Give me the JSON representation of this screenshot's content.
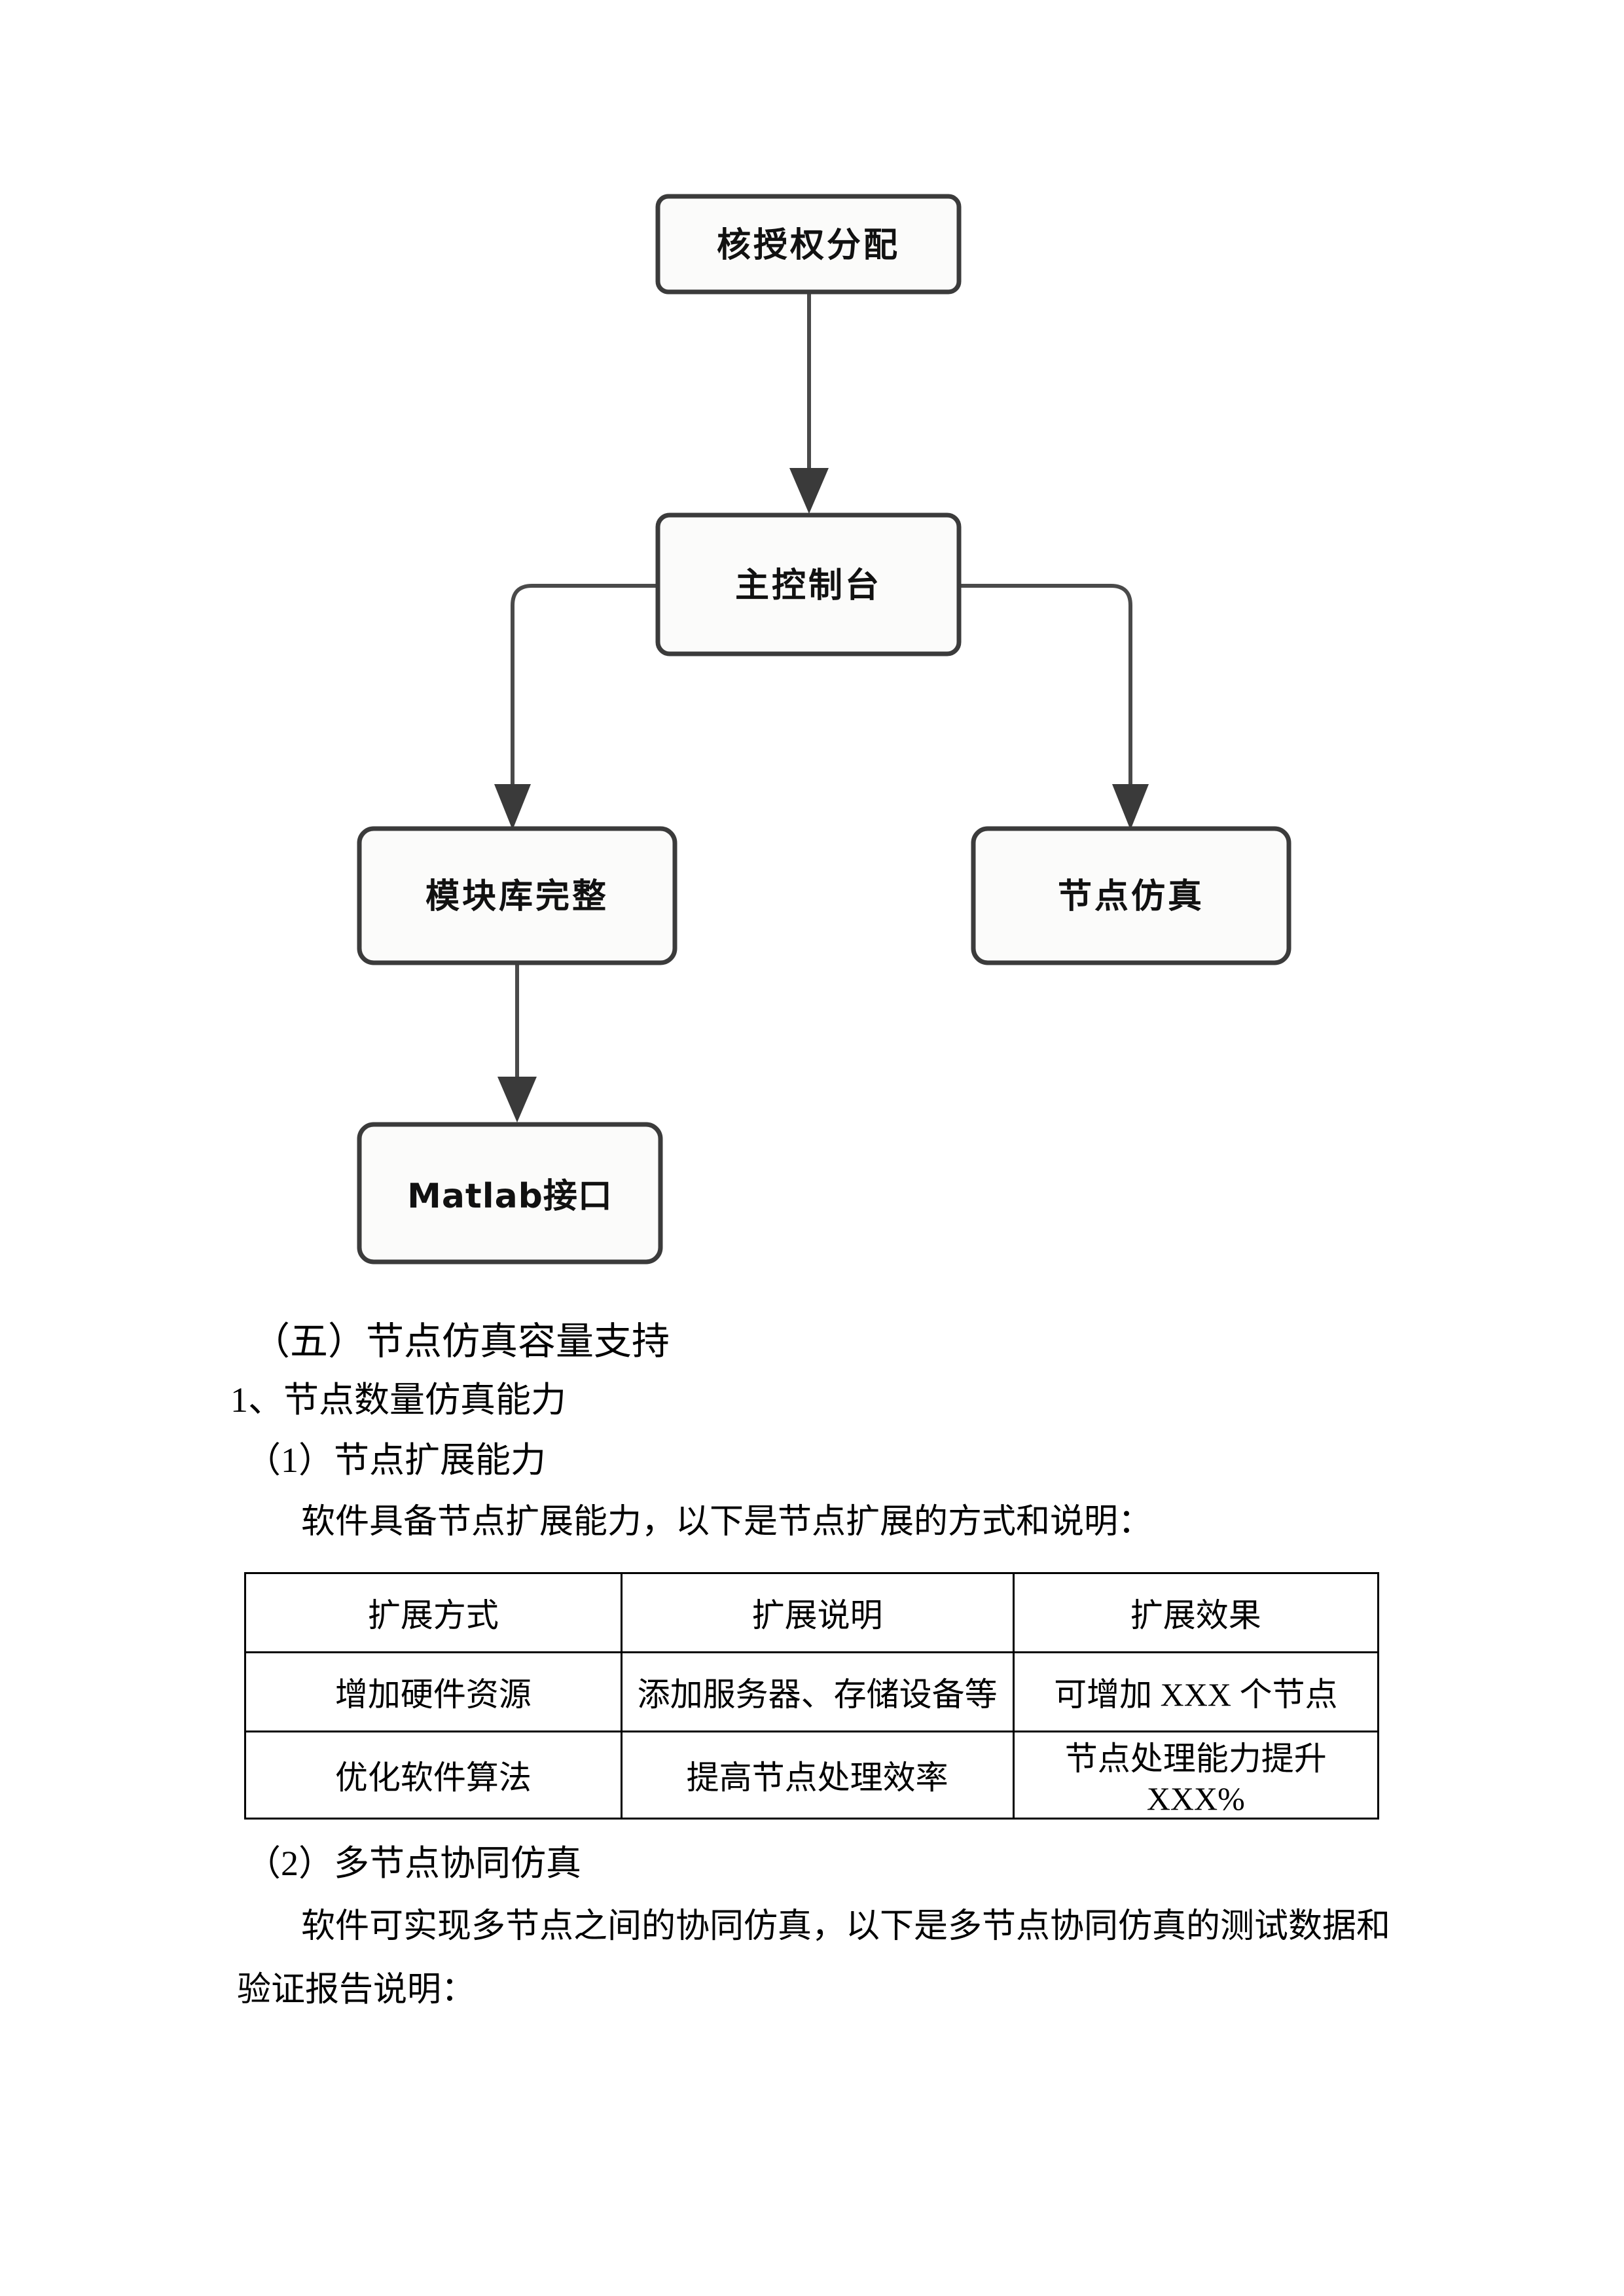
{
  "diagram": {
    "nodes": [
      {
        "id": "node-core-auth",
        "label": "核授权分配",
        "script": "cjk"
      },
      {
        "id": "node-main-console",
        "label": "主控制台",
        "script": "cjk"
      },
      {
        "id": "node-module-lib",
        "label": "模块库完整",
        "script": "cjk"
      },
      {
        "id": "node-node-sim",
        "label": "节点仿真",
        "script": "cjk"
      },
      {
        "id": "node-matlab-api",
        "label": "Matlab接口",
        "script": "latin"
      }
    ],
    "edges": [
      {
        "from": "核授权分配",
        "to": "主控制台"
      },
      {
        "from": "主控制台",
        "to": "模块库完整"
      },
      {
        "from": "主控制台",
        "to": "节点仿真"
      },
      {
        "from": "模块库完整",
        "to": "Matlab接口"
      }
    ],
    "colors": {
      "node_fill": "#fbfbfa",
      "node_stroke": "#3b3b3b",
      "connector": "#4a4a4a",
      "text": "#111111"
    }
  },
  "content": {
    "section_heading": "（五）节点仿真容量支持",
    "subsection_1": "1、节点数量仿真能力",
    "item_1": "（1）节点扩展能力",
    "paragraph_1": "软件具备节点扩展能力，以下是节点扩展的方式和说明：",
    "item_2": "（2）多节点协同仿真",
    "paragraph_2_line_1": "软件可实现多节点之间的协同仿真，以下是多节点协同仿真的测试数据和",
    "paragraph_2_line_2": "验证报告说明："
  },
  "table": {
    "headers": [
      "扩展方式",
      "扩展说明",
      "扩展效果"
    ],
    "rows": [
      [
        "增加硬件资源",
        "添加服务器、存储设备等",
        "可增加 XXX 个节点"
      ],
      [
        "优化软件算法",
        "提高节点处理效率",
        "节点处理能力提升 XXX%"
      ]
    ]
  }
}
